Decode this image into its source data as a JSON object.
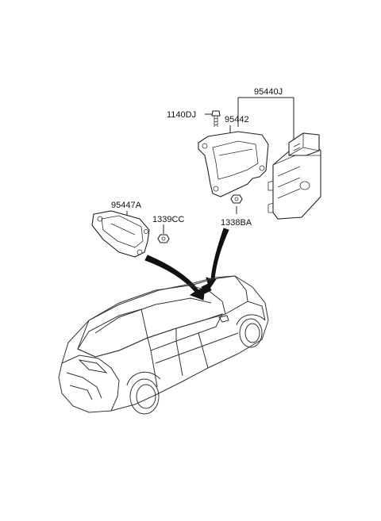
{
  "parts": [
    {
      "id": "95440J",
      "label": "95440J"
    },
    {
      "id": "1140DJ",
      "label": "1140DJ"
    },
    {
      "id": "95442",
      "label": "95442"
    },
    {
      "id": "95447A",
      "label": "95447A"
    },
    {
      "id": "1339CC",
      "label": "1339CC"
    },
    {
      "id": "1338BA",
      "label": "1338BA"
    }
  ]
}
